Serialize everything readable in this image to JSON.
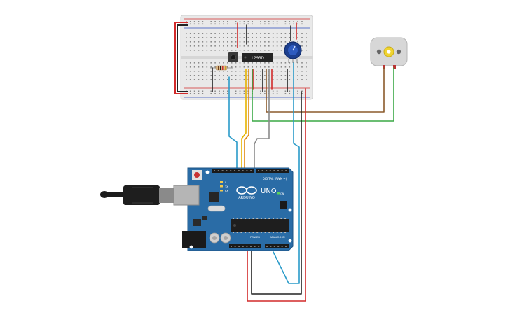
{
  "breadboard": {
    "chip_label": "L293D"
  },
  "arduino": {
    "logo_text": "ARDUINO",
    "model_text": "UNO",
    "digital_label": "DIGITAL (PWM ~)",
    "power_label": "POWER",
    "analog_label": "ANALOG IN",
    "tx_label": "TX",
    "rx_label": "RX",
    "l_label": "L",
    "on_label": "ON"
  },
  "colors": {
    "board_blue": "#2a6ca6",
    "breadboard": "#e8e8e8",
    "wire_red": "#d22a2a",
    "wire_black": "#222222",
    "wire_blue": "#2a9bc9",
    "wire_yellow": "#e6b400",
    "wire_orange": "#e08a10",
    "wire_gray": "#8a8a8a",
    "wire_brown": "#8b5a2b",
    "wire_green": "#3aa845"
  }
}
